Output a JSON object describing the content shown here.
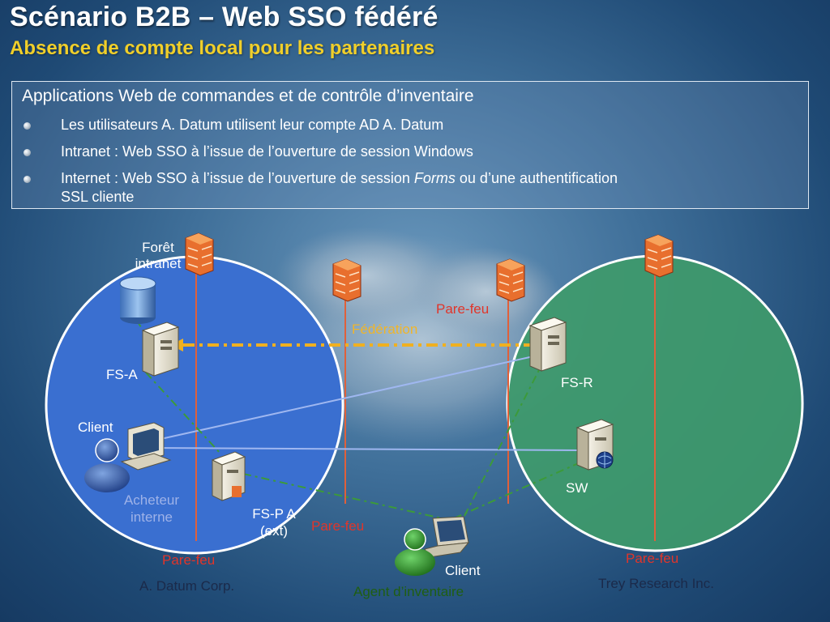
{
  "slide": {
    "title": "Scénario B2B – Web SSO fédéré",
    "subtitle": "Absence de compte local pour les partenaires"
  },
  "box": {
    "heading": "Applications Web de commandes et de contrôle d’inventaire",
    "bullets": [
      {
        "text": "Les utilisateurs A. Datum utilisent leur compte AD A. Datum"
      },
      {
        "text": "Intranet : Web SSO à l’issue de l’ouverture de session Windows"
      },
      {
        "before": "Internet : Web SSO à l’issue de l’ouverture de session ",
        "emph": "Forms",
        "after": " ou d’une authentification",
        "line2": "SSL cliente"
      }
    ]
  },
  "diagram": {
    "forest_line1": "Forêt",
    "forest_line2": "intranet",
    "fsa": "FS-A",
    "client_left": "Client",
    "buyer_line1": "Acheteur",
    "buyer_line2": "interne",
    "fspa_line1": "FS-P A",
    "fspa_line2": "(ext)",
    "firewall_left": "Pare-feu",
    "firewall_mid": "Pare-feu",
    "firewall_top": "Pare-feu",
    "firewall_right": "Pare-feu",
    "federation": "Fédération",
    "fsr": "FS-R",
    "sw": "SW",
    "client_bottom": "Client",
    "inventory_agent": "Agent d’inventaire",
    "org_left": "A. Datum Corp.",
    "org_right": "Trey Research Inc."
  },
  "colors": {
    "left_circle": "#3a6fd0",
    "right_circle": "#3e9a6c",
    "firewall_line": "#e0603a",
    "federation_arrow": "#f0b020",
    "title": "#ffffff",
    "subtitle": "#f0cf2a"
  },
  "icons": [
    "firewall-icon",
    "database-icon",
    "server-icon",
    "workstation-icon",
    "user-icon",
    "laptop-icon",
    "web-server-icon"
  ]
}
